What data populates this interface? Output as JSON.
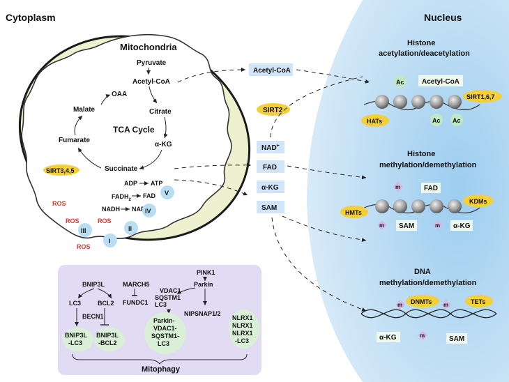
{
  "regions": {
    "cytoplasm": "Cytoplasm",
    "nucleus": "Nucleus"
  },
  "mito": {
    "title": "Mitochondria",
    "pyruvate": "Pyruvate",
    "acetyl_coa": "Acetyl-CoA",
    "oaa": "OAA",
    "malate": "Malate",
    "citrate": "Citrate",
    "tca": "TCA Cycle",
    "fumarate": "Fumarate",
    "akg": "α-KG",
    "succinate": "Succinate",
    "sirt": "SIRT3,4,5",
    "adp": "ADP",
    "atp": "ATP",
    "fadh2": "FADH",
    "fadh2_sub": "2",
    "fad": "FAD",
    "nadh": "NADH",
    "nad": "NAD",
    "plus": "+",
    "ros": [
      "ROS",
      "ROS",
      "ROS",
      "ROS"
    ],
    "complexes": [
      "I",
      "II",
      "III",
      "IV",
      "V"
    ]
  },
  "metabolites": {
    "acetyl_coa": "Acetyl-CoA",
    "sirt2": "SIRT2",
    "nad": "NAD",
    "plus": "+",
    "fad": "FAD",
    "akg": "α-KG",
    "sam": "SAM"
  },
  "histone_acetyl": {
    "title1": "Histone",
    "title2": "acetylation/deacetylation",
    "ac_top": "Ac",
    "acetyl_coa": "Acetyl-CoA",
    "sirt": "SIRT1,6,7",
    "hats": "HATs",
    "ac_b1": "Ac",
    "ac_b2": "Ac"
  },
  "histone_methyl": {
    "title1": "Histone",
    "title2": "methylation/demethylation",
    "m_top": "m",
    "fad": "FAD",
    "kdms": "KDMs",
    "hmts": "HMTs",
    "sam": "SAM",
    "akg": "α-KG",
    "m_b1": "m",
    "m_b2": "m"
  },
  "dna": {
    "title1": "DNA",
    "title2": "methylation/demethylation",
    "m1": "m",
    "dnmts": "DNMTs",
    "m2": "m",
    "tets": "TETs",
    "akg": "α-KG",
    "m3": "m",
    "sam": "SAM"
  },
  "mitophagy": {
    "title": "Mitophagy",
    "bnip3l": "BNIP3L",
    "lc3": "LC3",
    "bcl2": "BCL2",
    "becn1": "BECN1",
    "bnip3l_lc3_1": "BNIP3L",
    "bnip3l_lc3_2": "-LC3",
    "bnip3l_bcl2_1": "BNIP3L",
    "bnip3l_bcl2_2": "-BCL2",
    "march5": "MARCH5",
    "fundc1": "FUNDC1",
    "pink1": "PINK1",
    "parkin": "Parkin",
    "vdac1": "VDAC1",
    "sqstm1": "SQSTM1",
    "lc3b": "LC3",
    "nipsnap": "NIPSNAP1/2",
    "complex": [
      "Parkin-",
      "VDAC1-",
      "SQSTM1-",
      "LC3"
    ],
    "nlrx": [
      "NLRX1",
      "NLRX1",
      "NLRX1",
      "-LC3"
    ]
  }
}
